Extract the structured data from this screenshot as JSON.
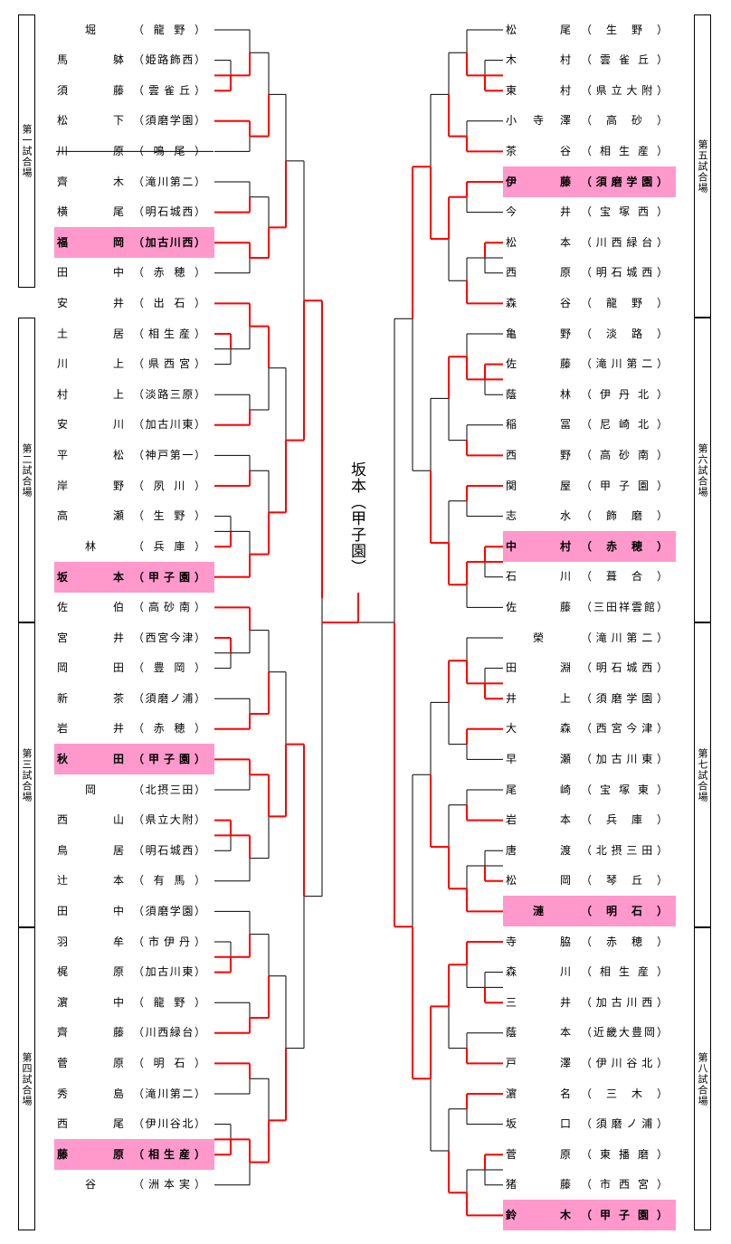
{
  "champion": "坂本（甲子園）",
  "venues": {
    "left": [
      {
        "label": "第一試合場"
      },
      {
        "label": "第二試合場"
      },
      {
        "label": "第三試合場"
      },
      {
        "label": "第四試合場"
      }
    ],
    "right": [
      {
        "label": "第五試合場"
      },
      {
        "label": "第六試合場"
      },
      {
        "label": "第七試合場"
      },
      {
        "label": "第八試合場"
      }
    ]
  },
  "left_players": [
    {
      "name": "堀",
      "school": "（龍野）"
    },
    {
      "name": "馬　躰",
      "school": "（姫路飾西）"
    },
    {
      "name": "須　藤",
      "school": "（雲雀丘）"
    },
    {
      "name": "松　下",
      "school": "（須磨学園）"
    },
    {
      "name": "川　原",
      "school": "（鳴尾）"
    },
    {
      "name": "齊　木",
      "school": "（滝川第二）"
    },
    {
      "name": "横　尾",
      "school": "（明石城西）"
    },
    {
      "name": "福　岡",
      "school": "（加古川西）"
    },
    {
      "name": "田　中",
      "school": "（赤穂）"
    },
    {
      "name": "安　井",
      "school": "（出石）"
    },
    {
      "name": "土　居",
      "school": "（相生産）"
    },
    {
      "name": "川　上",
      "school": "（県西宮）"
    },
    {
      "name": "村　上",
      "school": "（淡路三原）"
    },
    {
      "name": "安　川",
      "school": "（加古川東）"
    },
    {
      "name": "平　松",
      "school": "（神戸第一）"
    },
    {
      "name": "岸　野",
      "school": "（夙川）"
    },
    {
      "name": "高　瀬",
      "school": "（生野）"
    },
    {
      "name": "林",
      "school": "（兵庫）"
    },
    {
      "name": "坂　本",
      "school": "（甲子園）"
    },
    {
      "name": "佐　伯",
      "school": "（高砂南）"
    },
    {
      "name": "宮　井",
      "school": "（西宮今津）"
    },
    {
      "name": "岡　田",
      "school": "（豊岡）"
    },
    {
      "name": "新　茶",
      "school": "（須磨ノ浦）"
    },
    {
      "name": "岩　井",
      "school": "（赤穂）"
    },
    {
      "name": "秋　田",
      "school": "（甲子園）"
    },
    {
      "name": "岡",
      "school": "（北摂三田）"
    },
    {
      "name": "西　山",
      "school": "（県立大附）"
    },
    {
      "name": "鳥　居",
      "school": "（明石城西）"
    },
    {
      "name": "辻　本",
      "school": "（有馬）"
    },
    {
      "name": "田　中",
      "school": "（須磨学園）"
    },
    {
      "name": "羽　牟",
      "school": "（市伊丹）"
    },
    {
      "name": "梶　原",
      "school": "（加古川東）"
    },
    {
      "name": "濵　中",
      "school": "（龍野）"
    },
    {
      "name": "齊　藤",
      "school": "（川西緑台）"
    },
    {
      "name": "菅　原",
      "school": "（明石）"
    },
    {
      "name": "秀　島",
      "school": "（滝川第二）"
    },
    {
      "name": "西　尾",
      "school": "（伊川谷北）"
    },
    {
      "name": "藤　原",
      "school": "（相生産）"
    },
    {
      "name": "谷",
      "school": "（洲本実）"
    }
  ],
  "right_players": [
    {
      "name": "松　尾",
      "school": "（生野）"
    },
    {
      "name": "木　村",
      "school": "（雲雀丘）"
    },
    {
      "name": "東　村",
      "school": "（県立大附）"
    },
    {
      "name": "小寺澤",
      "school": "（高砂）"
    },
    {
      "name": "茶　谷",
      "school": "（相生産）"
    },
    {
      "name": "伊　藤",
      "school": "（須磨学園）"
    },
    {
      "name": "今　井",
      "school": "（宝塚西）"
    },
    {
      "name": "松　本",
      "school": "（川西緑台）"
    },
    {
      "name": "西　原",
      "school": "（明石城西）"
    },
    {
      "name": "森　谷",
      "school": "（龍野）"
    },
    {
      "name": "亀　野",
      "school": "（淡路）"
    },
    {
      "name": "佐　藤",
      "school": "（滝川第二）"
    },
    {
      "name": "蔭　林",
      "school": "（伊丹北）"
    },
    {
      "name": "稲　冨",
      "school": "（尼崎北）"
    },
    {
      "name": "西　野",
      "school": "（高砂南）"
    },
    {
      "name": "関　屋",
      "school": "（甲子園）"
    },
    {
      "name": "志　水",
      "school": "（飾磨）"
    },
    {
      "name": "中　村",
      "school": "（赤穂）"
    },
    {
      "name": "石　川",
      "school": "（葺合）"
    },
    {
      "name": "佐　藤",
      "school": "（三田祥雲館）"
    },
    {
      "name": "榮",
      "school": "（滝川第二）"
    },
    {
      "name": "田　淵",
      "school": "（明石城西）"
    },
    {
      "name": "井　上",
      "school": "（須磨学園）"
    },
    {
      "name": "大　森",
      "school": "（西宮今津）"
    },
    {
      "name": "早　瀬",
      "school": "（加古川東）"
    },
    {
      "name": "尾　崎",
      "school": "（宝塚東）"
    },
    {
      "name": "岩　本",
      "school": "（兵庫）"
    },
    {
      "name": "唐　渡",
      "school": "（北摂三田）"
    },
    {
      "name": "松　岡",
      "school": "（琴丘）"
    },
    {
      "name": "漣",
      "school": "（明石）"
    },
    {
      "name": "寺　脇",
      "school": "（赤穂）"
    },
    {
      "name": "森　川",
      "school": "（相生産）"
    },
    {
      "name": "三　井",
      "school": "（加古川西）"
    },
    {
      "name": "蔭　本",
      "school": "（近畿大豊岡）"
    },
    {
      "name": "戸　澤",
      "school": "（伊川谷北）"
    },
    {
      "name": "濵　名",
      "school": "（三木）"
    },
    {
      "name": "坂　口",
      "school": "（須磨ノ浦）"
    },
    {
      "name": "菅　原",
      "school": "（東播磨）"
    },
    {
      "name": "猪　藤",
      "school": "（市西宮）"
    },
    {
      "name": "鈴　木",
      "school": "（甲子園）"
    }
  ]
}
